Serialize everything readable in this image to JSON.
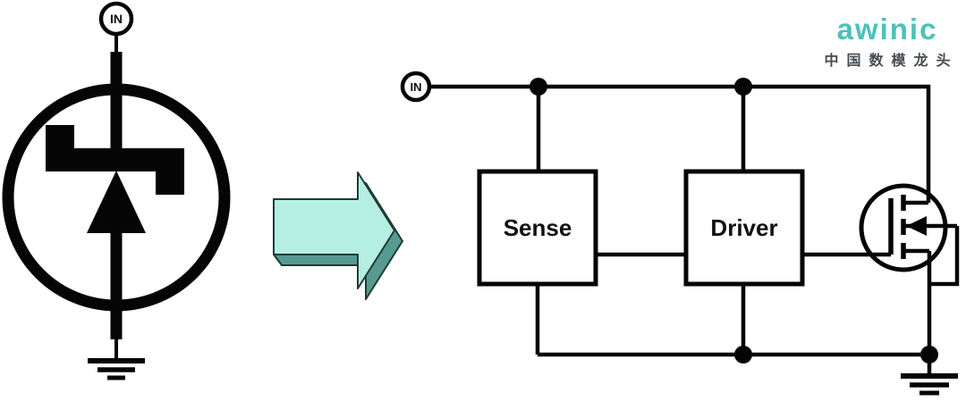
{
  "header": {
    "brand": "awinic",
    "tagline": "中国数模龙头",
    "brand_color": "#4cc2b8",
    "tagline_color": "#454d52"
  },
  "tvs_symbol": {
    "terminal_label": "IN",
    "description": "tvs-diode-in-circle-with-ground",
    "line_color": "#050505"
  },
  "transform_arrow": {
    "face_color": "#b5efe1",
    "side_color": "#579a91",
    "outline_color": "#1f3b37"
  },
  "block_diagram": {
    "terminal_label": "IN",
    "blocks": [
      {
        "label": "Sense"
      },
      {
        "label": "Driver"
      }
    ],
    "transistor": "nmos-mosfet",
    "line_color": "#050505"
  }
}
